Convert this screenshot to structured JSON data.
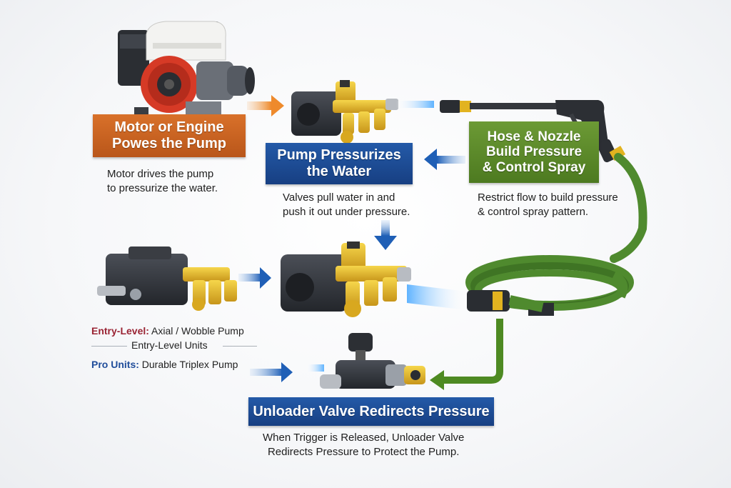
{
  "steps": {
    "motor": {
      "title_line1": "Motor or Engine",
      "title_line2": "Powes the Pump",
      "desc_line1": "Motor drives the pump",
      "desc_line2": "to pressurize the water."
    },
    "pump": {
      "title_line1": "Pump Pressurizes",
      "title_line2": "the Water",
      "desc_line1": "Valves pull water in and",
      "desc_line2": "push it out under pressure."
    },
    "hose": {
      "title_line1": "Hose & Nozzle",
      "title_line2": "Build Pressure",
      "title_line3": "& Control Spray",
      "desc_line1": "Restrict flow to build pressure",
      "desc_line2": "& control spray pattern."
    },
    "unloader": {
      "title": "Unloader Valve Redirects Pressure",
      "desc_line1": "When Trigger is Released, Unloader Valve",
      "desc_line2": "Redirects Pressure to Protect the Pump."
    }
  },
  "pump_types": {
    "entry_tag": "Entry-Level:",
    "entry_text": "Axial / Wobble Pump",
    "divider_text": "Entry-Level Units",
    "pro_tag": "Pro Units:",
    "pro_text": "Durable Triplex Pump"
  },
  "colors": {
    "orange": "#c9631f",
    "blue": "#1d4d98",
    "green": "#5e8b2a",
    "hose_green": "#4f8a2e",
    "brass": "#e2b320",
    "water": "#7fc4ff",
    "entry_red": "#9a2434",
    "pro_blue": "#1f4c9a"
  },
  "icons": [
    "engine-icon",
    "triplex-pump-icon",
    "spray-gun-icon",
    "hose-coil-icon",
    "axial-pump-icon",
    "unloader-valve-icon"
  ]
}
